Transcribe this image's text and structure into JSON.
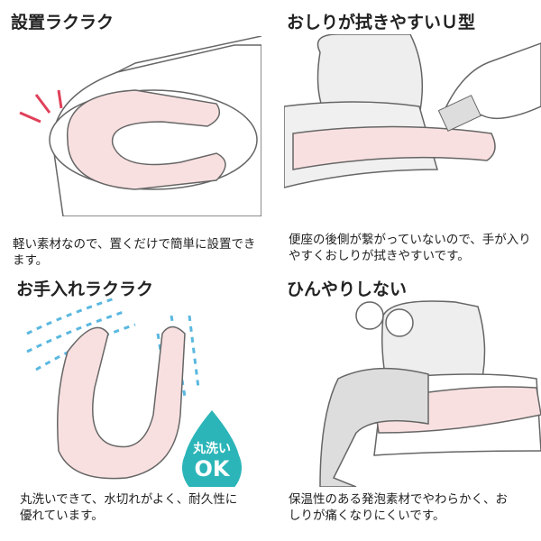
{
  "panels": [
    {
      "title": "設置ラクラク",
      "description": "軽い素材なので、置くだけで簡単に設置できます。"
    },
    {
      "title": "おしりが拭きやすいＵ型",
      "description": "便座の後側が繋がっていないので、手が入りやすくおしりが拭きやすいです。"
    },
    {
      "title": "お手入れラクラク",
      "description": "丸洗いできて、水切れがよく、耐久性に優れています。"
    },
    {
      "title": "ひんやりしない",
      "description": "保温性のある発泡素材でやわらかく、おしりが痛くなりにくいです。"
    }
  ],
  "badge": {
    "line1": "丸洗い",
    "line2": "OK",
    "color": "#2bb5b8"
  },
  "colors": {
    "seat_pink": "#f9e0e0",
    "accent_red": "#e0405a",
    "water_blue": "#5ab8e0",
    "outline": "#555555"
  }
}
